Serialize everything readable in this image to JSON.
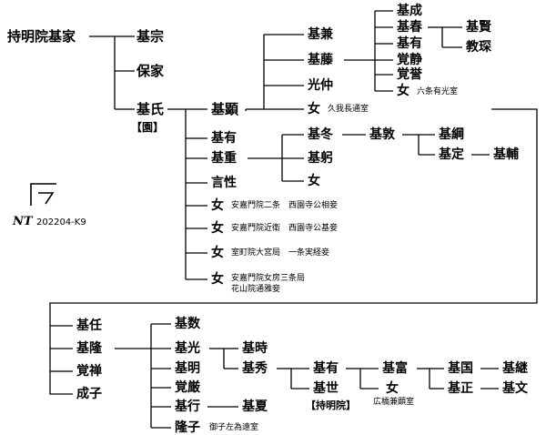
{
  "genealogy": {
    "root": "持明院基家",
    "persons": {
      "motomune": "基宗",
      "yasuie": "保家",
      "motouji": "基氏",
      "motoaki": "基顕",
      "motoari1": "基有",
      "motoshige": "基重",
      "gonsei": "言性",
      "daughter_a": "女",
      "daughter_b": "女",
      "daughter_c": "女",
      "daughter_d": "女",
      "mototada": "基兼",
      "motofuji": "基藤",
      "koujin": "光仲",
      "daughter_e": "女",
      "motonari": "基成",
      "motoharu": "基春",
      "motoari2": "基有",
      "kakusei": "覚静",
      "kakuyo": "覚誉",
      "daughter_f": "女",
      "motokata": "基賢",
      "kyoshin": "教琛",
      "motofuyu": "基冬",
      "motomi": "基躬",
      "daughter_g": "女",
      "motoatsu": "基敦",
      "mototsuna": "基綱",
      "motosada": "基定",
      "motosuke": "基輔",
      "motonin": "基任",
      "mototaka": "基隆",
      "kakuzen": "覚禅",
      "seishi": "成子",
      "motokazu": "基数",
      "motomitsu": "基光",
      "motoakira": "基明",
      "kakugon": "覚厳",
      "motoyuki": "基行",
      "takako": "隆子",
      "mototoki": "基時",
      "motohide": "基秀",
      "motonatsu": "基夏",
      "motoari3": "基有",
      "motoyo": "基世",
      "mototomi": "基富",
      "daughter_h": "女",
      "motokuni": "基国",
      "motomasa": "基正",
      "mototsugu": "基継",
      "motofumi": "基文"
    },
    "notes": {
      "motouji": "【園】",
      "motoyo": "【持明院】",
      "daughter_a": "安嘉門院二条　西園寺公相妾",
      "daughter_b": "安嘉門院近衛　西園寺公基妾",
      "daughter_c": "室町院大宮局　一条実経妾",
      "daughter_d_1": "安嘉門院女房三条局",
      "daughter_d_2": "花山院通雅妾",
      "daughter_e": "久我長通室",
      "daughter_f": "六条有光室",
      "takako": "御子左為遠室",
      "daughter_h": "広橋兼顕室"
    }
  },
  "signature": {
    "mark": "NT",
    "code": "202204-K9"
  },
  "colors": {
    "ink": "#000000",
    "paper": "#ffffff"
  }
}
